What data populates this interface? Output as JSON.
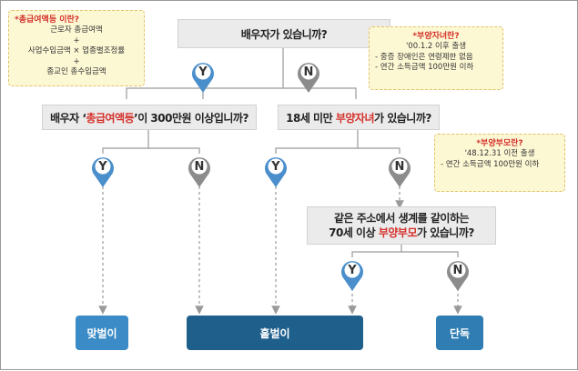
{
  "questions": {
    "q1": "배우자가 있습니까?",
    "q2_pre": "배우자 ‘",
    "q2_red": "총급여액등",
    "q2_post": "’이 300만원 이상입니까?",
    "q3_pre": "18세 미만 ",
    "q3_red": "부양자녀",
    "q3_post": "가 있습니까?",
    "q4_line1": "같은 주소에서 생계를 같이하는",
    "q4_pre": "70세 이상 ",
    "q4_red": "부양부모",
    "q4_post": "가 있습니까?"
  },
  "answers": {
    "yes": "Y",
    "no": "N"
  },
  "results": {
    "dual": "맞벌이",
    "single_earner": "홑벌이",
    "solo": "단독"
  },
  "notes": {
    "total_salary": {
      "title": "*총급여액등 이란?",
      "lines": [
        "근로자 총급여액",
        "+",
        "사업수입금액 × 업종별조정률",
        "+",
        "종교인 총수입금액"
      ]
    },
    "dependent_child": {
      "title": "*부양자녀란?",
      "lines": [
        "'00.1.2 이후 출생",
        "- 중증 장애인은 연령제한 없음",
        "- 연간 소득금액 100만원 이하"
      ]
    },
    "dependent_parent": {
      "title": "*부양부모란?",
      "lines": [
        "'48.12.31 이전 출생",
        "- 연간 소득금액 100만원 이하"
      ]
    }
  },
  "colors": {
    "question_bg": "#ebebeb",
    "note_bg": "#fdf8d4",
    "note_border": "#e0c26a",
    "accent_red": "#d4312b",
    "yes_pin": "#4a8fcc",
    "no_pin": "#8c8c8c",
    "dual_box": "#3a8bc6",
    "single_box": "#1f5f8c",
    "solo_box": "#2f7db3",
    "connector": "#9a9a9a"
  }
}
